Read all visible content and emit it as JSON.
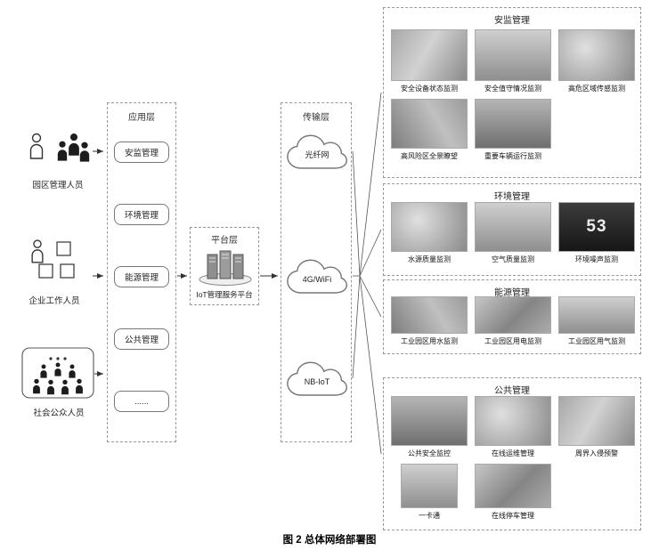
{
  "caption": "图 2  总体网络部署图",
  "users": [
    {
      "label": "园区管理人员"
    },
    {
      "label": "企业工作人员"
    },
    {
      "label": "社会公众人员"
    }
  ],
  "app_layer": {
    "title": "应用层",
    "items": [
      "安监管理",
      "环境管理",
      "能源管理",
      "公共管理",
      "......"
    ]
  },
  "platform_layer": {
    "title": "平台层",
    "label": "IoT管理服务平台"
  },
  "transport_layer": {
    "title": "传输层",
    "clouds": [
      "光纤网",
      "4G/WiFi",
      "NB-IoT"
    ]
  },
  "groups": [
    {
      "title": "安监管理",
      "items": [
        {
          "label": "安全设备状态监测"
        },
        {
          "label": "安全值守情况监测"
        },
        {
          "label": "高危区域传感监测"
        },
        {
          "label": "高风险区全景瞭望"
        },
        {
          "label": "重要车辆运行监测"
        }
      ]
    },
    {
      "title": "环境管理",
      "items": [
        {
          "label": "水源质量监测"
        },
        {
          "label": "空气质量监测"
        },
        {
          "label": "环境噪声监测",
          "overlay": "53"
        }
      ]
    },
    {
      "title": "能源管理",
      "items": [
        {
          "label": "工业园区用水监测"
        },
        {
          "label": "工业园区用电监测"
        },
        {
          "label": "工业园区用气监测"
        }
      ]
    },
    {
      "title": "公共管理",
      "items": [
        {
          "label": "公共安全监控"
        },
        {
          "label": "在线运维管理"
        },
        {
          "label": "周界入侵预警"
        },
        {
          "label": "一卡通"
        },
        {
          "label": "在线停车管理"
        }
      ]
    }
  ]
}
